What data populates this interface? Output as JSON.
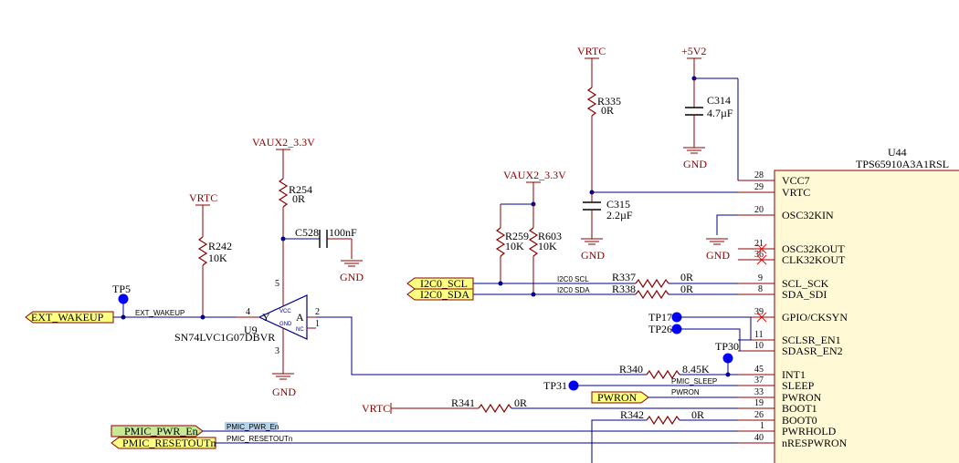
{
  "ic_u44": {
    "ref": "U44",
    "part": "TPS65910A3A1RSL",
    "pins": [
      {
        "num": "28",
        "name": "VCC7"
      },
      {
        "num": "29",
        "name": "VRTC"
      },
      {
        "num": "20",
        "name": "OSC32KIN"
      },
      {
        "num": "21",
        "name": "OSC32KOUT"
      },
      {
        "num": "36",
        "name": "CLK32KOUT"
      },
      {
        "num": "9",
        "name": "SCL_SCK"
      },
      {
        "num": "8",
        "name": "SDA_SDI"
      },
      {
        "num": "39",
        "name": "GPIO/CKSYN"
      },
      {
        "num": "11",
        "name": "SCLSR_EN1"
      },
      {
        "num": "10",
        "name": "SDASR_EN2"
      },
      {
        "num": "45",
        "name": "INT1"
      },
      {
        "num": "37",
        "name": "SLEEP"
      },
      {
        "num": "33",
        "name": "PWRON"
      },
      {
        "num": "19",
        "name": "BOOT1"
      },
      {
        "num": "26",
        "name": "BOOT0"
      },
      {
        "num": "1",
        "name": "PWRHOLD"
      },
      {
        "num": "40",
        "name": "nRESPWRON"
      }
    ]
  },
  "buffer_u9": {
    "ref": "U9",
    "part": "SN74LVC1G07DBVR",
    "y_label": "Y",
    "a_label": "A",
    "vcc_label": "VCC",
    "gnd_label": "GND",
    "nc_label": "NC",
    "pin_y": "4",
    "pin_vcc": "5",
    "pin_gnd": "3",
    "pin_a": "2",
    "pin_nc": "1"
  },
  "resistors": {
    "r335": {
      "ref": "R335",
      "value": "0R"
    },
    "r254": {
      "ref": "R254",
      "value": "0R"
    },
    "r242": {
      "ref": "R242",
      "value": "10K"
    },
    "r259": {
      "ref": "R259",
      "value": "10K"
    },
    "r603": {
      "ref": "R603",
      "value": "10K"
    },
    "r337": {
      "ref": "R337",
      "value": "0R"
    },
    "r338": {
      "ref": "R338",
      "value": "0R"
    },
    "r340": {
      "ref": "R340",
      "value": "8.45K"
    },
    "r341": {
      "ref": "R341",
      "value": "0R"
    },
    "r342": {
      "ref": "R342",
      "value": "0R"
    }
  },
  "capacitors": {
    "c314": {
      "ref": "C314",
      "value": "4.7µF"
    },
    "c315": {
      "ref": "C315",
      "value": "2.2µF"
    },
    "c528": {
      "ref": "C528",
      "value": "100nF"
    }
  },
  "power": {
    "vrtc_top": "VRTC",
    "v5v2": "+5V2",
    "vaux2_a": "VAUX2_3.3V",
    "vaux2_b": "VAUX2_3.3V",
    "vrtc_r242": "VRTC",
    "vrtc_r341": "VRTC",
    "gnd": "GND"
  },
  "test_points": {
    "tp5": "TP5",
    "tp17": "TP17",
    "tp26": "TP26",
    "tp30": "TP30",
    "tp31": "TP31"
  },
  "ports": {
    "ext_wakeup": "EXT_WAKEUP",
    "i2c0_scl": "I2C0_SCL",
    "i2c0_sda": "I2C0_SDA",
    "pwron": "PWRON",
    "pmic_pwr_en": "PMIC_PWR_En",
    "pmic_resetoutn": "PMIC_RESETOUTn"
  },
  "nets": {
    "ext_wakeup": "EXT_WAKEUP",
    "i2c0_scl": "I2C0 SCL",
    "i2c0_sda": "I2C0 SDA",
    "pmic_sleep": "PMIC_SLEEP",
    "pwron": "PWRON",
    "pmic_pwr_en": "PMIC_PWR_En",
    "pmic_resetoutn": "PMIC_RESETOUTn"
  }
}
